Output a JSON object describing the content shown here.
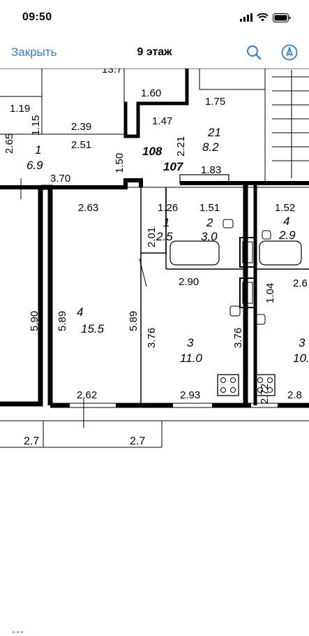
{
  "status": {
    "time": "09:50"
  },
  "nav": {
    "close_label": "Закрыть",
    "title": "9 этаж"
  },
  "icons": {
    "search": "search-icon",
    "annotate": "pen-icon",
    "signal": "signal-icon",
    "wifi": "wifi-icon",
    "battery": "battery-icon"
  },
  "colors": {
    "accent": "#2f7ce0"
  },
  "plan": {
    "top_left_area": "13.7",
    "dim_1_60": "1.60",
    "dim_1_75": "1.75",
    "dim_1_19": "1.19",
    "dim_1_15": "1.15",
    "dim_2_39": "2.39",
    "dim_1_47": "1.47",
    "dim_2_21": "2.21",
    "room21_num": "21",
    "room21_area": "8.2",
    "dim_2_65": "2.65",
    "room1a_num": "1",
    "room1a_area": "6.9",
    "dim_2_51": "2.51",
    "dim_1_50": "1.50",
    "label_108": "108",
    "label_107": "107",
    "dim_1_83": "1.83",
    "dim_3_70": "3.70",
    "dim_2_63": "2.63",
    "dim_1_26": "1.26",
    "dim_1_51": "1.51",
    "dim_1_52": "1.52",
    "room1b_num": "1",
    "room1b_area": "2.5",
    "room2_num": "2",
    "room2_area": "3.0",
    "room4r_num": "4",
    "room4r_area": "2.9",
    "dim_2_01": "2.01",
    "dim_2_90": "2.90",
    "dim_1_04": "1.04",
    "dim_5_90": "5.90",
    "dim_5_89a": "5.89",
    "room4_num": "4",
    "room4_area": "15.5",
    "dim_5_89b": "5.89",
    "dim_3_76a": "3.76",
    "room3_num": "3",
    "room3_area": "11.0",
    "dim_3_76b": "3.76",
    "room3r_num": "3",
    "room3r_area": "10.",
    "dim_2_72": "2.72",
    "dim_2_62": "2.62",
    "dim_2_93": "2.93",
    "dim_2_8": "2.8",
    "dim_2_6": "2.6",
    "dim_2_7a": "2.7",
    "dim_2_7b": "2.7"
  }
}
